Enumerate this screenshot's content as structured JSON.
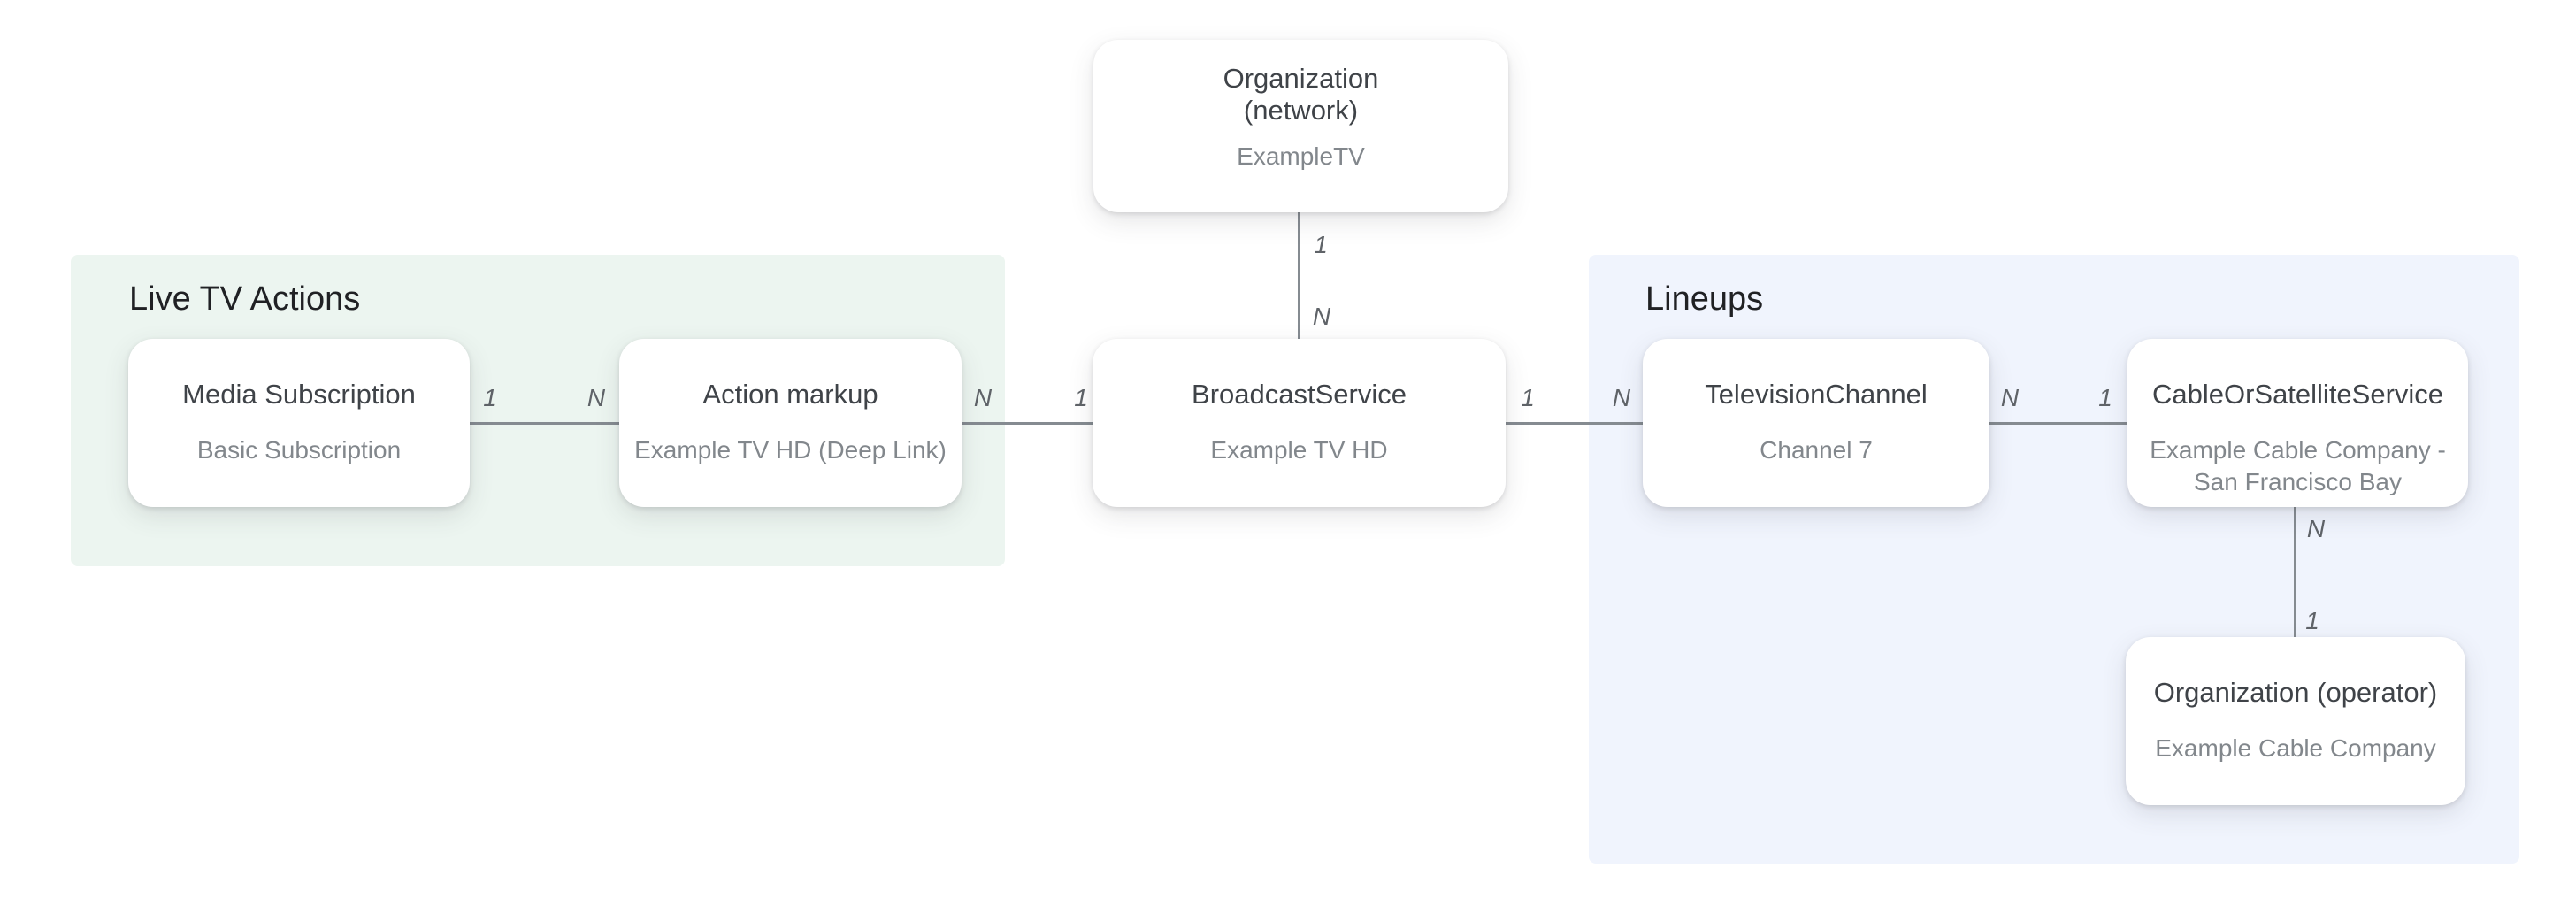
{
  "diagram": {
    "groups": [
      {
        "id": "live-tv-actions",
        "label": "Live TV Actions"
      },
      {
        "id": "lineups",
        "label": "Lineups"
      }
    ],
    "nodes": [
      {
        "id": "org-network",
        "group": null,
        "title_lines": [
          "Organization",
          "(network)"
        ],
        "subtitle": "ExampleTV"
      },
      {
        "id": "media-subscription",
        "group": "live-tv-actions",
        "title": "Media Subscription",
        "subtitle": "Basic Subscription"
      },
      {
        "id": "action-markup",
        "group": "live-tv-actions",
        "title": "Action markup",
        "subtitle": "Example TV HD (Deep Link)"
      },
      {
        "id": "broadcast-service",
        "group": null,
        "title": "BroadcastService",
        "subtitle": "Example TV HD"
      },
      {
        "id": "television-channel",
        "group": "lineups",
        "title": "TelevisionChannel",
        "subtitle": "Channel 7"
      },
      {
        "id": "cable-or-satellite-service",
        "group": "lineups",
        "title": "CableOrSatelliteService",
        "subtitle_lines": [
          "Example Cable Company -",
          "San Francisco Bay"
        ]
      },
      {
        "id": "org-operator",
        "group": "lineups",
        "title": "Organization (operator)",
        "subtitle": "Example Cable Company"
      }
    ],
    "edges": [
      {
        "from": "org-network",
        "to": "broadcast-service",
        "label_near_from": "1",
        "label_near_to": "N"
      },
      {
        "from": "media-subscription",
        "to": "action-markup",
        "label_near_from": "1",
        "label_near_to": "N"
      },
      {
        "from": "action-markup",
        "to": "broadcast-service",
        "label_near_from": "N",
        "label_near_to": "1"
      },
      {
        "from": "broadcast-service",
        "to": "television-channel",
        "label_near_from": "1",
        "label_near_to": "N"
      },
      {
        "from": "television-channel",
        "to": "cable-or-satellite-service",
        "label_near_from": "N",
        "label_near_to": "1"
      },
      {
        "from": "cable-or-satellite-service",
        "to": "org-operator",
        "label_near_from": "N",
        "label_near_to": "1"
      }
    ]
  },
  "colors": {
    "background": "#ffffff",
    "live_tv_region": "#ecf5f0",
    "lineups_region": "#f0f4fd",
    "node_background": "#ffffff",
    "node_title": "#3f4348",
    "node_subtitle": "#82878c",
    "section_title": "#202124",
    "edge_line": "#858b91",
    "edge_label": "#5f6368"
  }
}
